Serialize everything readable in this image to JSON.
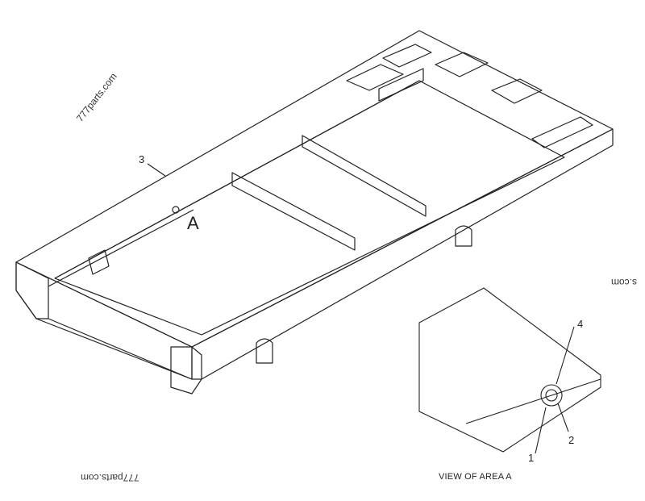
{
  "callouts": {
    "part3": "3",
    "area": "A",
    "part4": "4",
    "part2": "2",
    "part1": "1"
  },
  "caption": "VIEW OF AREA A",
  "watermarks": {
    "top_left": "777parts.com",
    "right_edge": "s.com",
    "bottom_left": "777parts.com"
  },
  "colors": {
    "line": "#222222",
    "background": "#ffffff"
  }
}
